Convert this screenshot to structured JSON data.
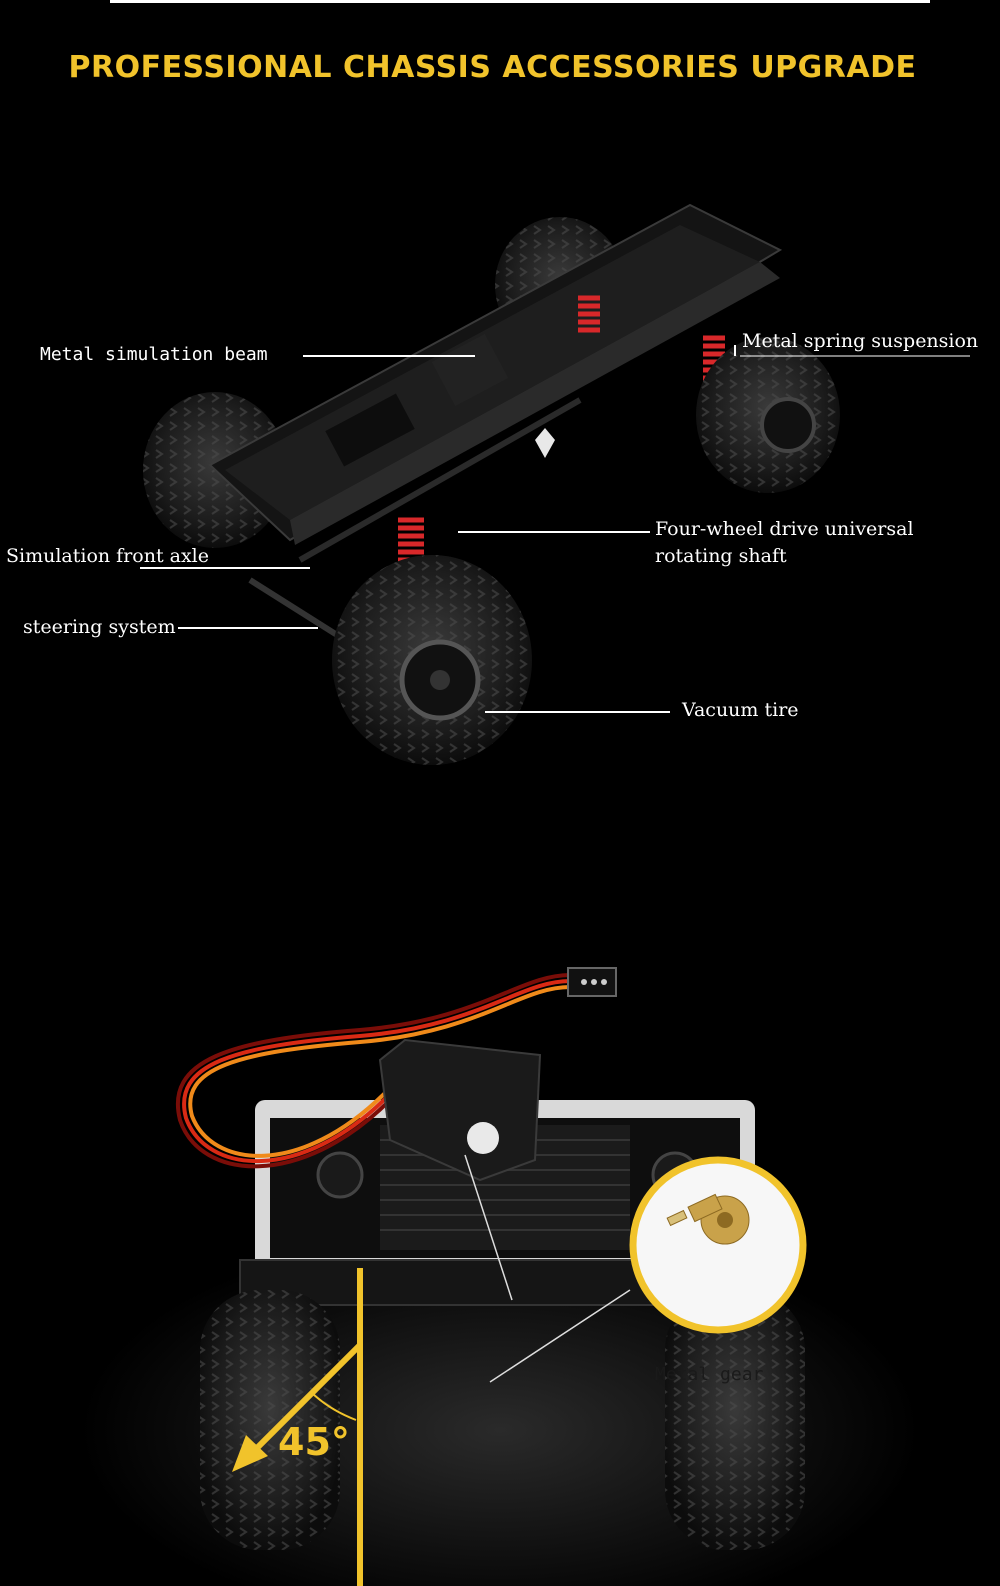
{
  "header": {
    "title": "PROFESSIONAL CHASSIS ACCESSORIES UPGRADE"
  },
  "chassis": {
    "labels": {
      "beam": "Metal simulation beam",
      "suspension": "Metal spring suspension",
      "shaft_line1": "Four-wheel drive universal",
      "shaft_line2": "rotating shaft",
      "front_axle": "Simulation front axle",
      "steering": "steering system",
      "tire": "Vacuum tire"
    }
  },
  "servo": {
    "angle": "45°",
    "gear_label": "Metal gear"
  },
  "colors": {
    "accent": "#f1c32b",
    "spring": "#d8282a",
    "gear": "#c9a24a"
  }
}
